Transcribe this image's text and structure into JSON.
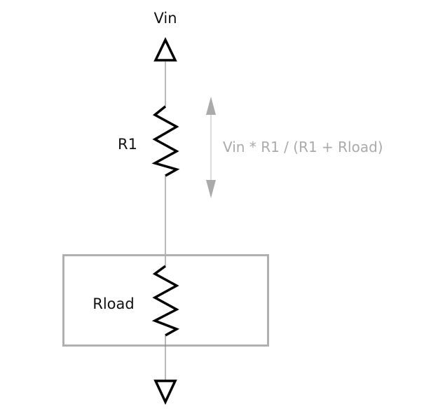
{
  "diagram": {
    "type": "voltage-divider-schematic",
    "labels": {
      "vin": "Vin",
      "r1": "R1",
      "rload": "Rload",
      "annotation": "Vin * R1 / (R1 + Rload)"
    },
    "components": [
      {
        "id": "vin-source",
        "kind": "input-triangle",
        "label": "Vin"
      },
      {
        "id": "r1",
        "kind": "resistor",
        "label": "R1"
      },
      {
        "id": "rload",
        "kind": "resistor",
        "label": "Rload",
        "enclosed": true
      },
      {
        "id": "ground",
        "kind": "output-triangle"
      }
    ],
    "colors": {
      "wire": "#888888",
      "symbol": "#000000",
      "enclosure": "#b0b0b0",
      "annotation": "#aaaaaa"
    }
  }
}
